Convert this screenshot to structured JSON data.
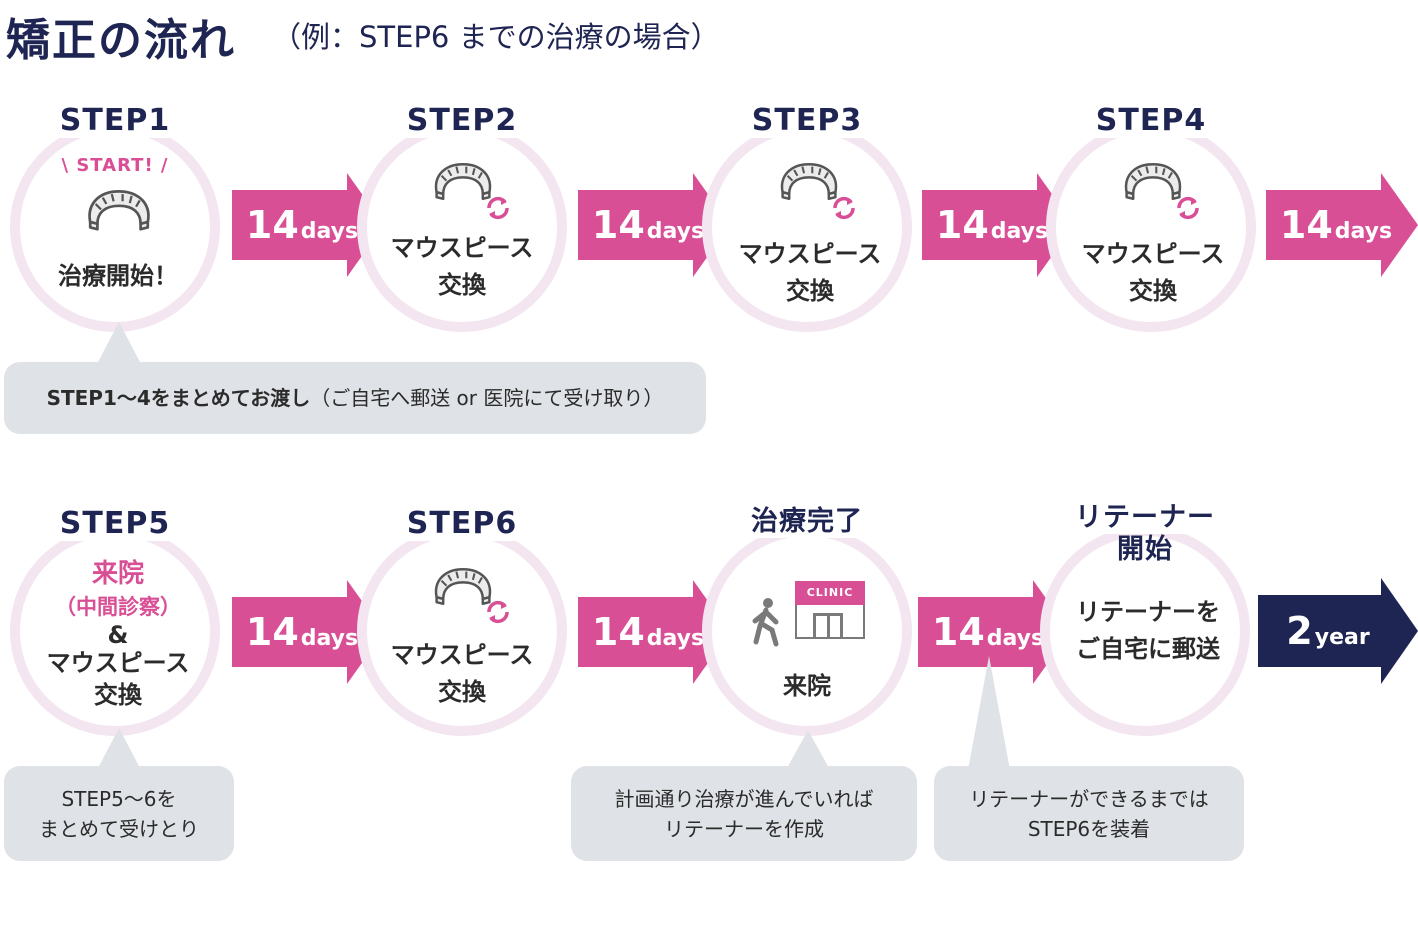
{
  "title": "矯正の流れ",
  "subtitle": "（例：STEP6 までの治療の場合）",
  "row1": {
    "steps": [
      {
        "label": "STEP1",
        "badge": "\\ START! /",
        "lines": [
          "治療開始！"
        ],
        "icon": "aligner-icon"
      },
      {
        "label": "STEP2",
        "lines": [
          "マウスピース",
          "交換"
        ],
        "icon": "aligner-exchange-icon"
      },
      {
        "label": "STEP3",
        "lines": [
          "マウスピース",
          "交換"
        ],
        "icon": "aligner-exchange-icon"
      },
      {
        "label": "STEP4",
        "lines": [
          "マウスピース",
          "交換"
        ],
        "icon": "aligner-exchange-icon"
      }
    ],
    "arrows": [
      {
        "num": "14",
        "unit": "days"
      },
      {
        "num": "14",
        "unit": "days"
      },
      {
        "num": "14",
        "unit": "days"
      },
      {
        "num": "14",
        "unit": "days"
      }
    ],
    "note": {
      "bold": "STEP1〜4をまとめてお渡し",
      "normal": "（ご自宅へ郵送 or 医院にて受け取り）"
    }
  },
  "row2": {
    "steps": [
      {
        "label": "STEP5",
        "lines_pink": [
          "来院",
          "（中間診察）"
        ],
        "amp": "&",
        "lines": [
          "マウスピース",
          "交換"
        ]
      },
      {
        "label": "STEP6",
        "lines": [
          "マウスピース",
          "交換"
        ],
        "icon": "aligner-exchange-icon"
      },
      {
        "label": "治療完了",
        "clinic": "CLINIC",
        "lines": [
          "来院"
        ]
      },
      {
        "label1": "リテーナー",
        "label2": "開始",
        "lines": [
          "リテーナーを",
          "ご自宅に郵送"
        ]
      }
    ],
    "arrows": [
      {
        "num": "14",
        "unit": "days"
      },
      {
        "num": "14",
        "unit": "days"
      },
      {
        "num": "14",
        "unit": "days"
      },
      {
        "num": "2",
        "unit": "year"
      }
    ],
    "notes": [
      {
        "line1": "STEP5〜6を",
        "line2": "まとめて受けとり"
      },
      {
        "line1": "計画通り治療が進んでいれば",
        "line2": "リテーナーを作成"
      },
      {
        "line1": "リテーナーができるまでは",
        "line2": "STEP6を装着"
      }
    ]
  },
  "colors": {
    "pink": "#d94f96",
    "navy": "#1f2552",
    "ring": "#f3e6f0",
    "note": "#dfe2e6"
  }
}
